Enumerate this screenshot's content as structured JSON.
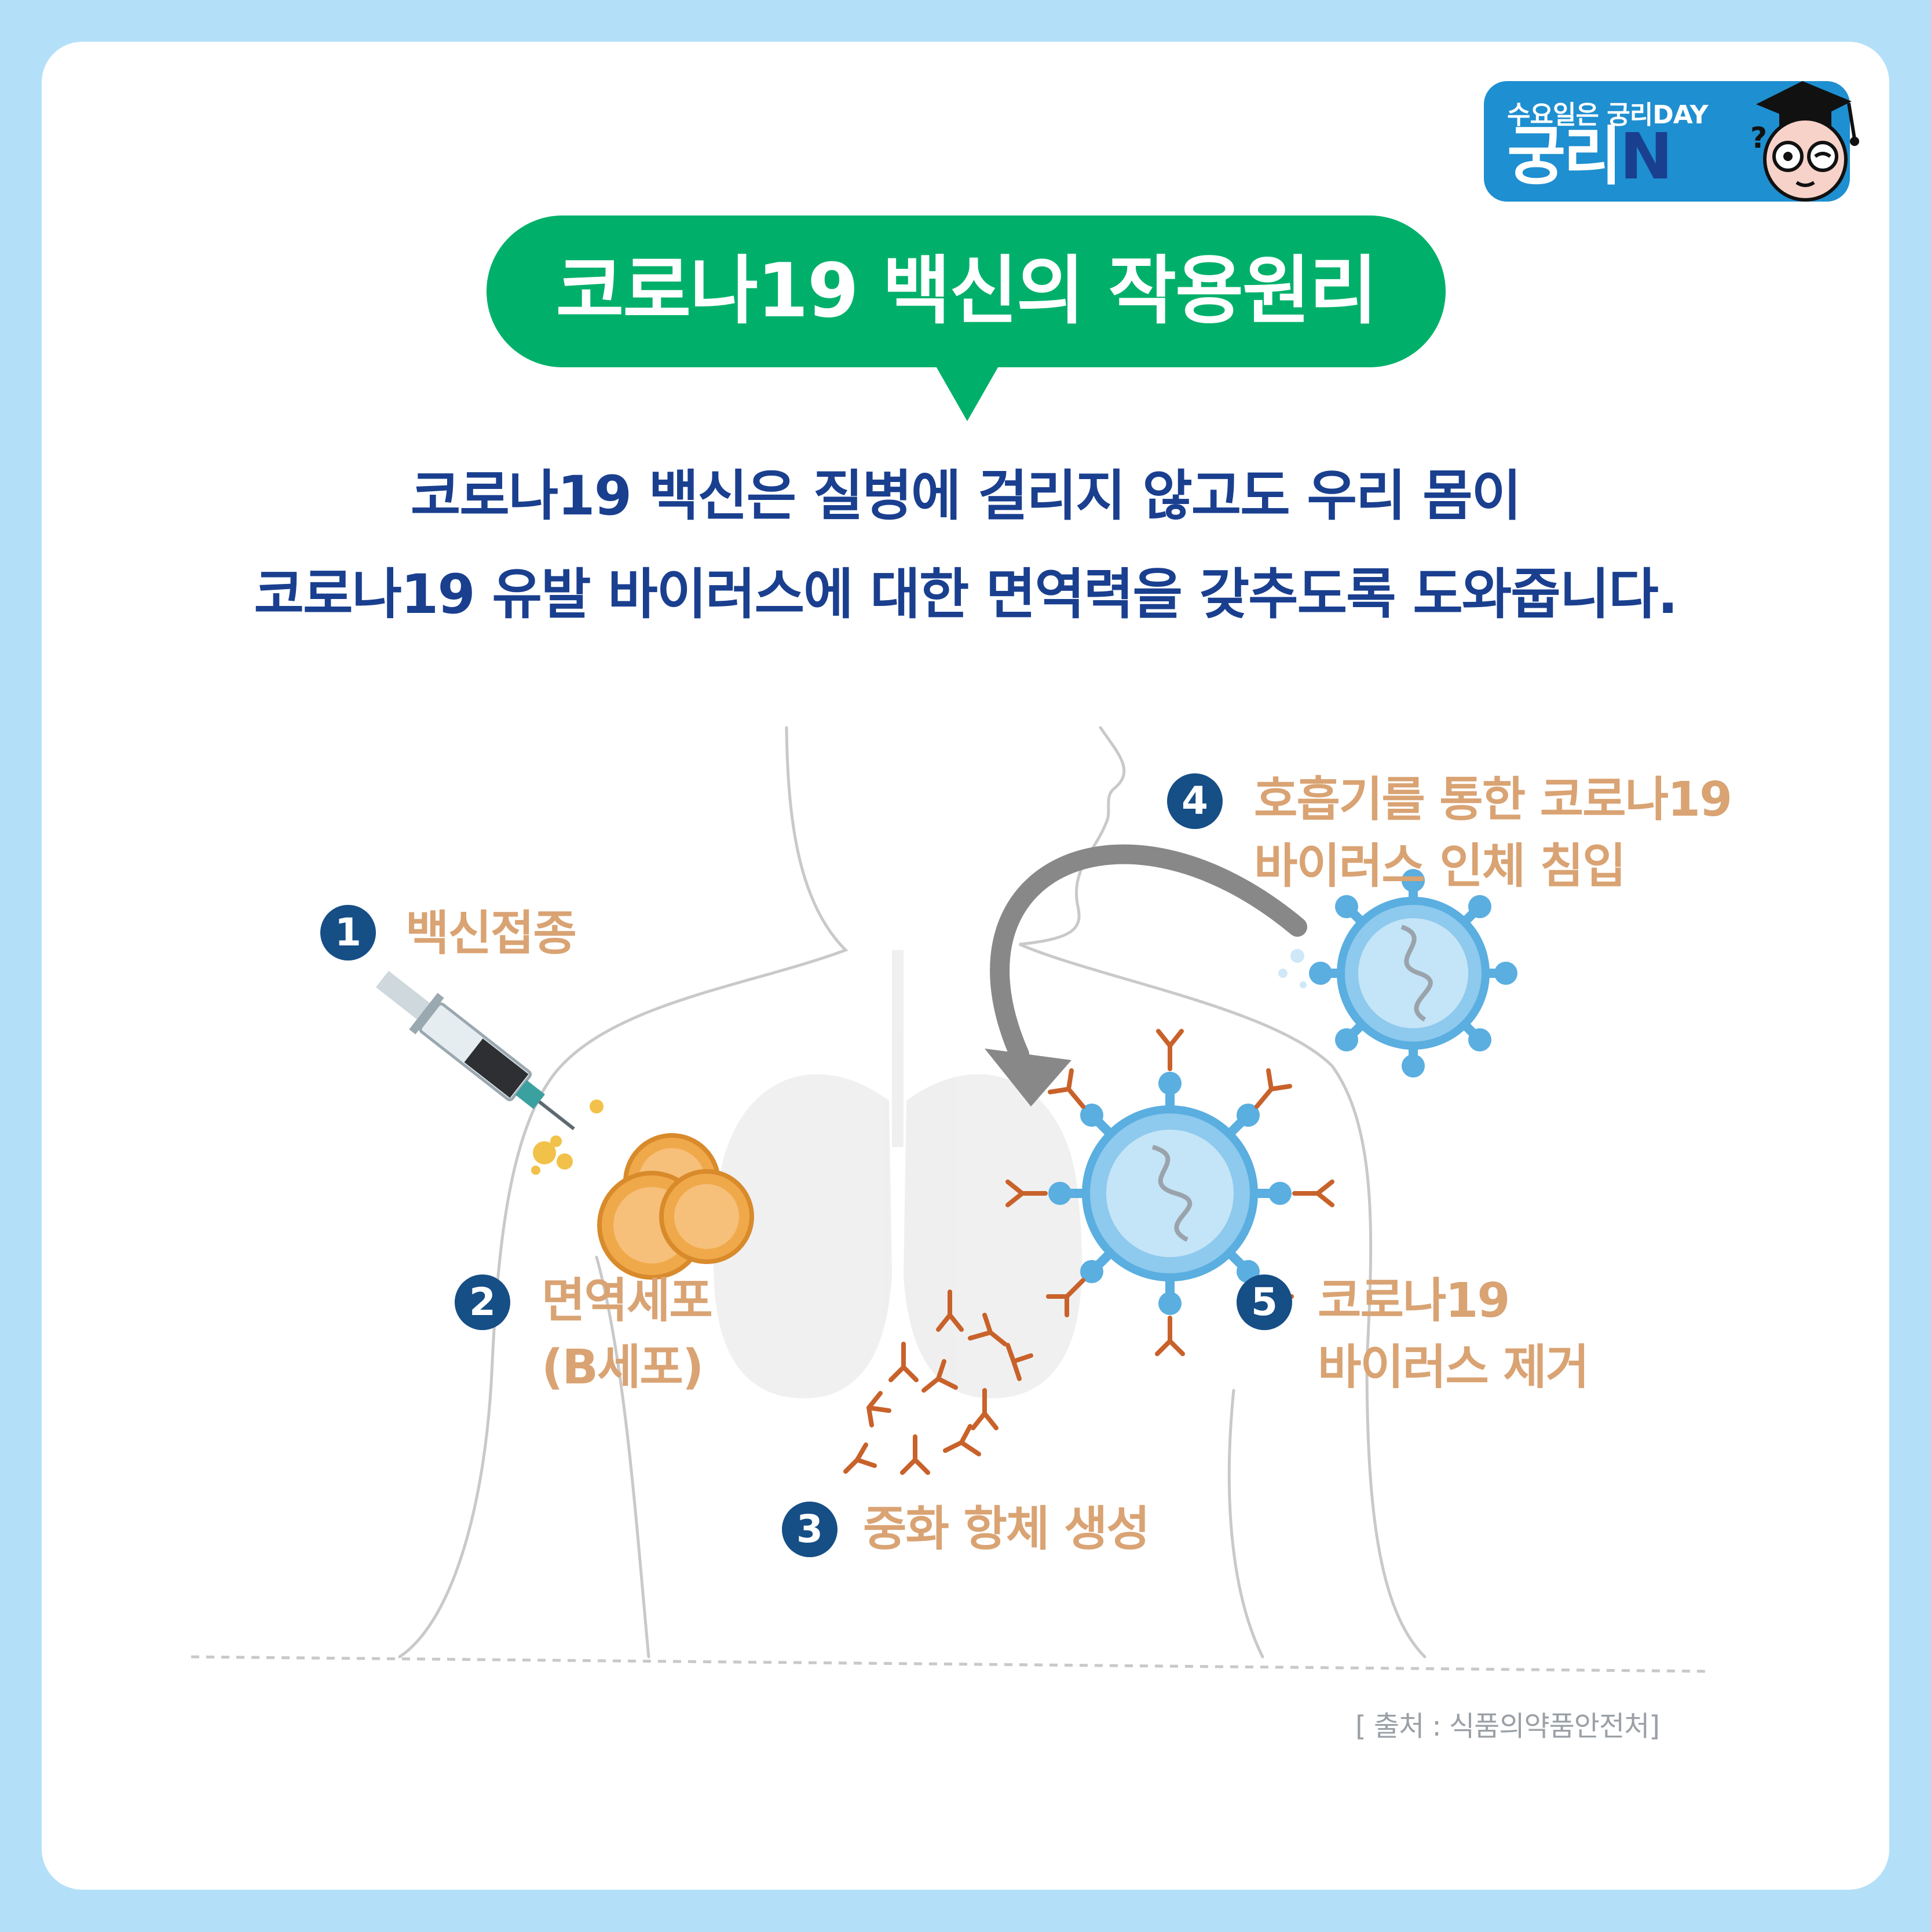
{
  "logo": {
    "subtitle": "수요일은 궁리DAY",
    "main": "궁리",
    "letter": "N"
  },
  "header": {
    "title": "코로나19 백신의 작용원리"
  },
  "intro": {
    "line1": "코로나19 백신은 질병에 걸리지 않고도 우리 몸이",
    "line2": "코로나19 유발 바이러스에 대한 면역력을 갖추도록 도와줍니다."
  },
  "steps": [
    {
      "number": "1",
      "line1": "백신접종",
      "line2": ""
    },
    {
      "number": "2",
      "line1": "면역세포",
      "line2": "(B세포)"
    },
    {
      "number": "3",
      "line1": "중화 항체 생성",
      "line2": ""
    },
    {
      "number": "4",
      "line1": "호흡기를 통한 코로나19",
      "line2": "바이러스 인체 침입"
    },
    {
      "number": "5",
      "line1": "코로나19",
      "line2": "바이러스 제거"
    }
  ],
  "source": "[ 출처 : 식품의약품안전처]",
  "colors": {
    "background": "#b3e0f8",
    "bubble": "#00b06a",
    "heading_text": "#1a3f8f",
    "step_badge": "#164e86",
    "step_label": "#d9a373",
    "virus": "#5aaee0",
    "antibody": "#c8622a",
    "b_cell": "#e89a3a"
  }
}
